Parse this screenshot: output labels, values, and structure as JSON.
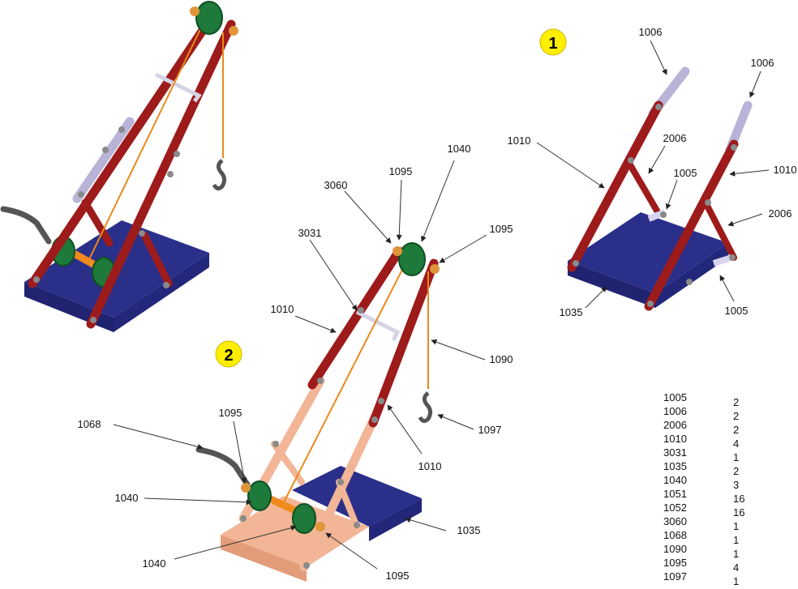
{
  "steps": [
    "1",
    "2"
  ],
  "step1_labels": {
    "l1006a": "1006",
    "l1006b": "1006",
    "l1010a": "1010",
    "l2006a": "2006",
    "l1005a": "1005",
    "l1010b": "1010",
    "l2006b": "2006",
    "l1035": "1035",
    "l1005b": "1005"
  },
  "step2_labels": {
    "l1040top": "1040",
    "l1095top": "1095",
    "l3060": "3060",
    "l1095r": "1095",
    "l3031": "3031",
    "l1010l": "1010",
    "l1090": "1090",
    "l1097": "1097",
    "l1010r": "1010",
    "l1068": "1068",
    "l1095crank": "1095",
    "l1040mid": "1040",
    "l1035": "1035",
    "l1040bot": "1040",
    "l1095bot": "1095"
  },
  "parts_list": [
    {
      "code": "1005",
      "qty": "2"
    },
    {
      "code": "1006",
      "qty": "2"
    },
    {
      "code": "2006",
      "qty": "2"
    },
    {
      "code": "1010",
      "qty": "4"
    },
    {
      "code": "3031",
      "qty": "1"
    },
    {
      "code": "1035",
      "qty": "2"
    },
    {
      "code": "1040",
      "qty": "3"
    },
    {
      "code": "1051",
      "qty": "16"
    },
    {
      "code": "1052",
      "qty": "16"
    },
    {
      "code": "3060",
      "qty": "1"
    },
    {
      "code": "1068",
      "qty": "1"
    },
    {
      "code": "1090",
      "qty": "1"
    },
    {
      "code": "1095",
      "qty": "4"
    },
    {
      "code": "1097",
      "qty": "1"
    }
  ],
  "colors": {
    "strip_red": "#9e1b1b",
    "strip_lilac": "#b9b3d8",
    "plate_blue": "#2a2f8a",
    "plate_peach": "#f2b596",
    "pulley_green": "#1d7a3a",
    "string_orange": "#e98a1c",
    "step_badge": "#ffee00"
  }
}
